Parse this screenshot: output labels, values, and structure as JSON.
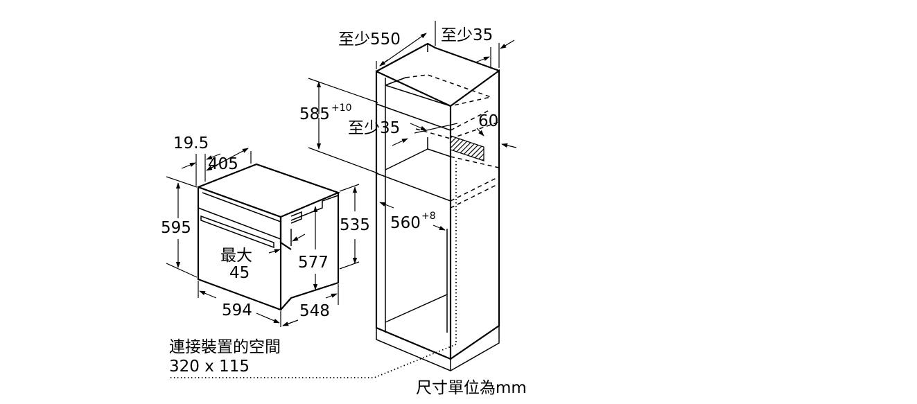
{
  "labels": {
    "cab_depth_min": "至少550",
    "cab_rear_gap_min": "至少35",
    "opening_height": "585",
    "opening_height_tol": "+10",
    "shelf_gap_min": "至少35",
    "vent_height": "60",
    "opening_width": "560",
    "opening_width_tol": "+8",
    "oven_door_offset": "19.5",
    "oven_side_405": "405",
    "oven_height": "595",
    "oven_height_535": "535",
    "oven_height_577": "577",
    "max_protrusion_label": "最大",
    "max_protrusion_value": "45",
    "oven_width": "594",
    "oven_depth": "548",
    "connection_space_label": "連接裝置的空間",
    "connection_space_value": "320 x 115",
    "units_note": "尺寸單位為mm"
  }
}
